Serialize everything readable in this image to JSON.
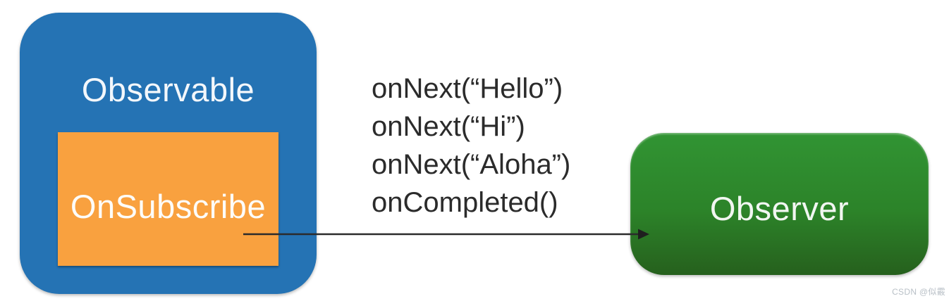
{
  "diagram": {
    "observable_box": {
      "label": "Observable",
      "color": "#2573b4",
      "text_color": "#f3f7fb"
    },
    "on_subscribe_box": {
      "label": "OnSubscribe",
      "color": "#f9a13f",
      "text_color": "#fdfcf9"
    },
    "observer_box": {
      "label": "Observer",
      "gradient_top_color": "#319433",
      "gradient_bottom_color": "#26601d",
      "text_color": "#f1f6f1"
    },
    "event_calls": [
      "onNext(“Hello”)",
      "onNext(“Hi”)",
      "onNext(“Aloha”)",
      "onCompleted()"
    ],
    "arrow": {
      "direction": "left-to-right",
      "color": "#2b2b2b"
    }
  },
  "watermark": {
    "text": "CSDN @似霰"
  }
}
